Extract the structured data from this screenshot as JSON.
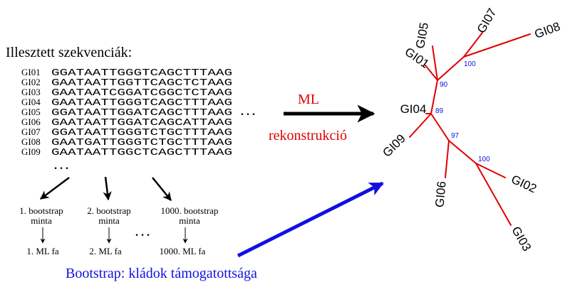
{
  "heading": "Illesztett szekvenciák:",
  "sequences": [
    {
      "id": "GI01",
      "seq": "GGATAATTGGGTCAGCTTTAAG"
    },
    {
      "id": "GI02",
      "seq": "GAATAATTGGTTCAGCTCTAAG"
    },
    {
      "id": "GI03",
      "seq": "GAATAATCGGATCGGCTCTAAG"
    },
    {
      "id": "GI04",
      "seq": "GAATAATTGGGTCAGCTTTAAG"
    },
    {
      "id": "GI05",
      "seq": "GGATAATTGGATCAGCTTTAAG"
    },
    {
      "id": "GI06",
      "seq": "GAATAATTGGATCAGCATTAAG"
    },
    {
      "id": "GI07",
      "seq": "GGATAATTGGGTCTGCTTTAAG"
    },
    {
      "id": "GI08",
      "seq": "GAATGATTGGGTCTGCTTTAAG"
    },
    {
      "id": "GI09",
      "seq": "GAATAATTGGCTCAGCTTTAAG"
    }
  ],
  "ellipsis_right": ". . .",
  "ellipsis_below": ". . .",
  "ellipsis_middle": ". . .",
  "ml_label": "ML",
  "ml_sub": "rekonstrukció",
  "bootstrap_samples": [
    {
      "line1": "1. bootstrap",
      "line2": "minta",
      "tree": "1. ML fa"
    },
    {
      "line1": "2. bootstrap",
      "line2": "minta",
      "tree": "2. ML fa"
    },
    {
      "line1": "1000. bootstrap",
      "line2": "minta",
      "tree": "1000. ML fa"
    }
  ],
  "bootstrap_caption": "Bootstrap: kládok támogatottsága",
  "tree": {
    "leaves": [
      "GI01",
      "GI02",
      "GI03",
      "GI04",
      "GI05",
      "GI06",
      "GI07",
      "GI08",
      "GI09"
    ],
    "support": [
      "100",
      "90",
      "89",
      "97",
      "100"
    ]
  },
  "colors": {
    "text": "#000000",
    "ml": "#e00000",
    "tree": "#e00000",
    "bootstrap": "#1010e0",
    "support": "#1010e0"
  }
}
